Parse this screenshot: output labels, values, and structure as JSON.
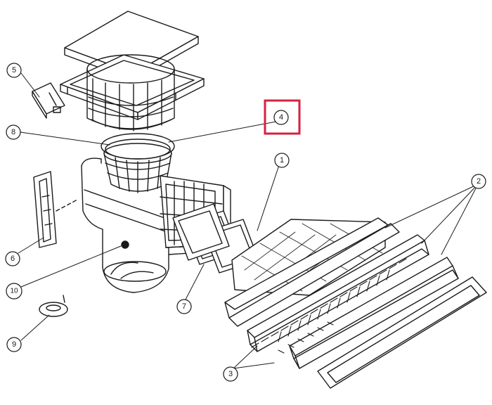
{
  "callouts": [
    {
      "id": "1",
      "label": "1"
    },
    {
      "id": "2",
      "label": "2"
    },
    {
      "id": "3",
      "label": "3"
    },
    {
      "id": "4",
      "label": "4"
    },
    {
      "id": "5",
      "label": "5"
    },
    {
      "id": "6",
      "label": "6"
    },
    {
      "id": "7",
      "label": "7"
    },
    {
      "id": "8",
      "label": "8"
    },
    {
      "id": "9",
      "label": "9"
    },
    {
      "id": "10",
      "label": "10"
    }
  ],
  "colors": {
    "line": "#1a1a1a",
    "highlight": "#d6213f",
    "background": "#ffffff"
  }
}
